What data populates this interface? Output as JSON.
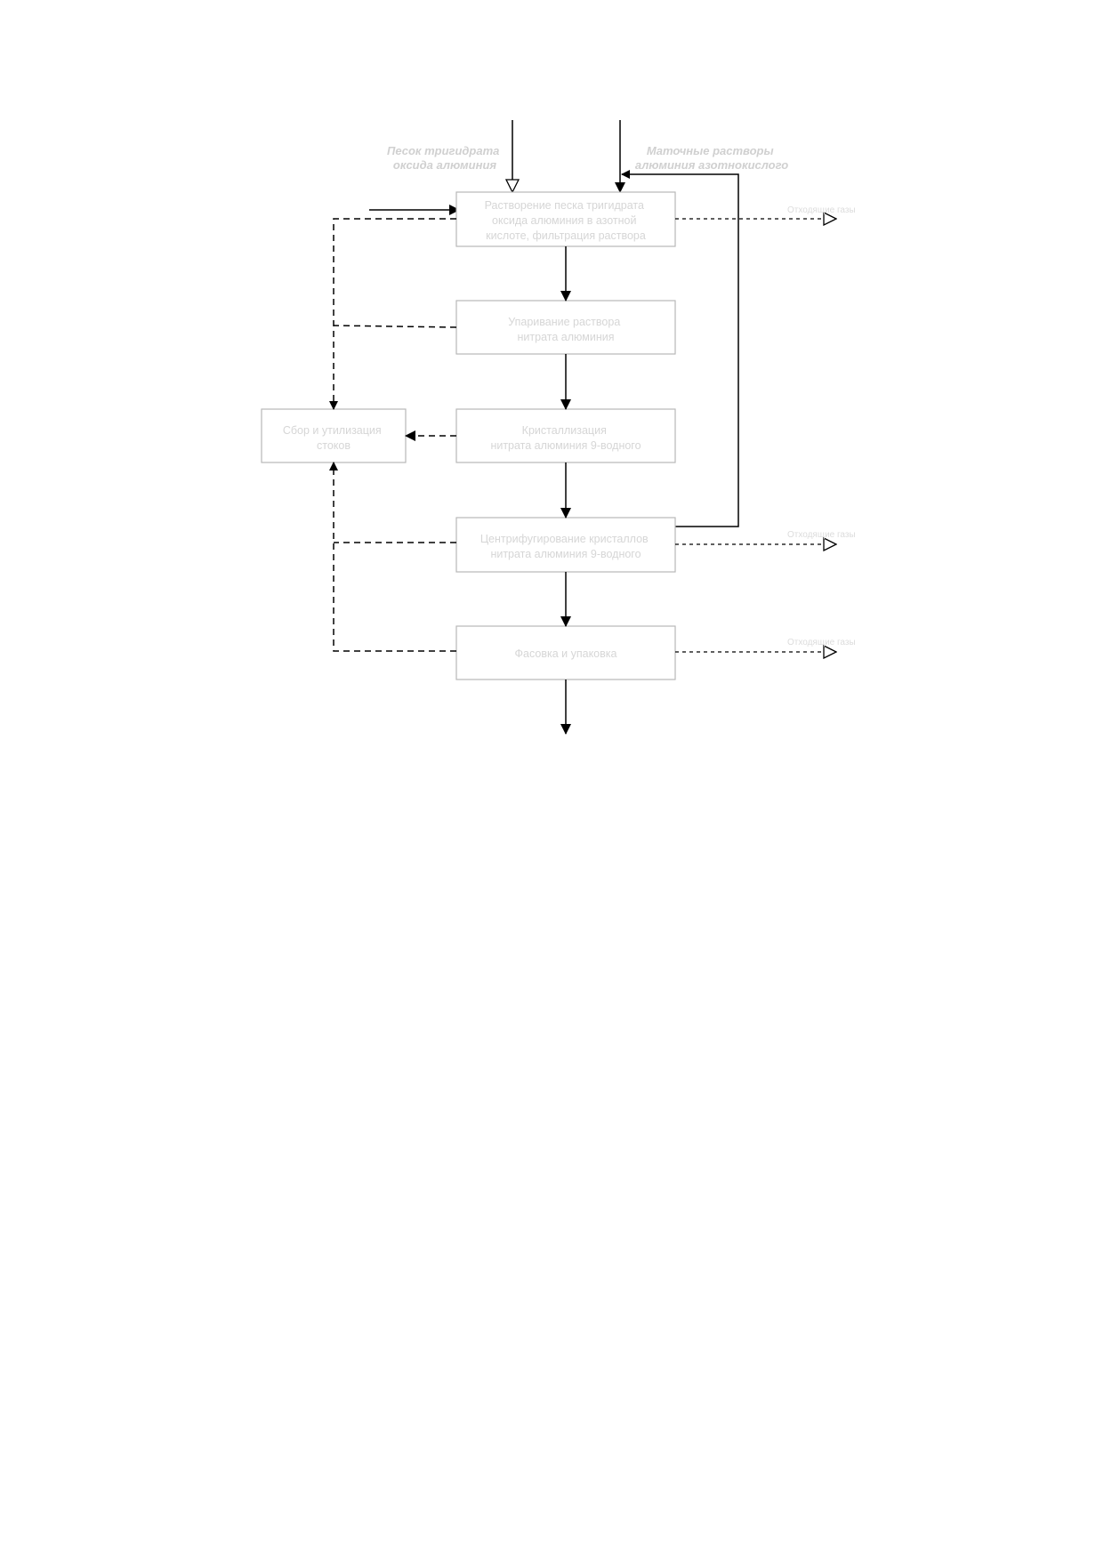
{
  "inputs": {
    "sand": [
      "Песок тригидрата",
      "оксида алюминия"
    ],
    "mother": [
      "Маточные растворы",
      "алюминия азотнокислого"
    ]
  },
  "steps": {
    "dissolution": [
      "Растворение песка тригидрата",
      "оксида алюминия в азотной",
      "кислоте, фильтрация раствора"
    ],
    "evaporation": [
      "Упаривание раствора",
      "нитрата алюминия"
    ],
    "crystallization": [
      "Кристаллизация",
      "нитрата алюминия 9-водного"
    ],
    "centrifugation": [
      "Центрифугирование кристаллов",
      "нитрата алюминия  9-водного"
    ],
    "packing": [
      "Фасовка и упаковка"
    ],
    "waste": [
      "Сбор и утилизация",
      "стоков"
    ]
  },
  "offgas": {
    "label1": "Отходящие газы",
    "label2": "Отходящие газы",
    "label3": "Отходящие газы"
  }
}
